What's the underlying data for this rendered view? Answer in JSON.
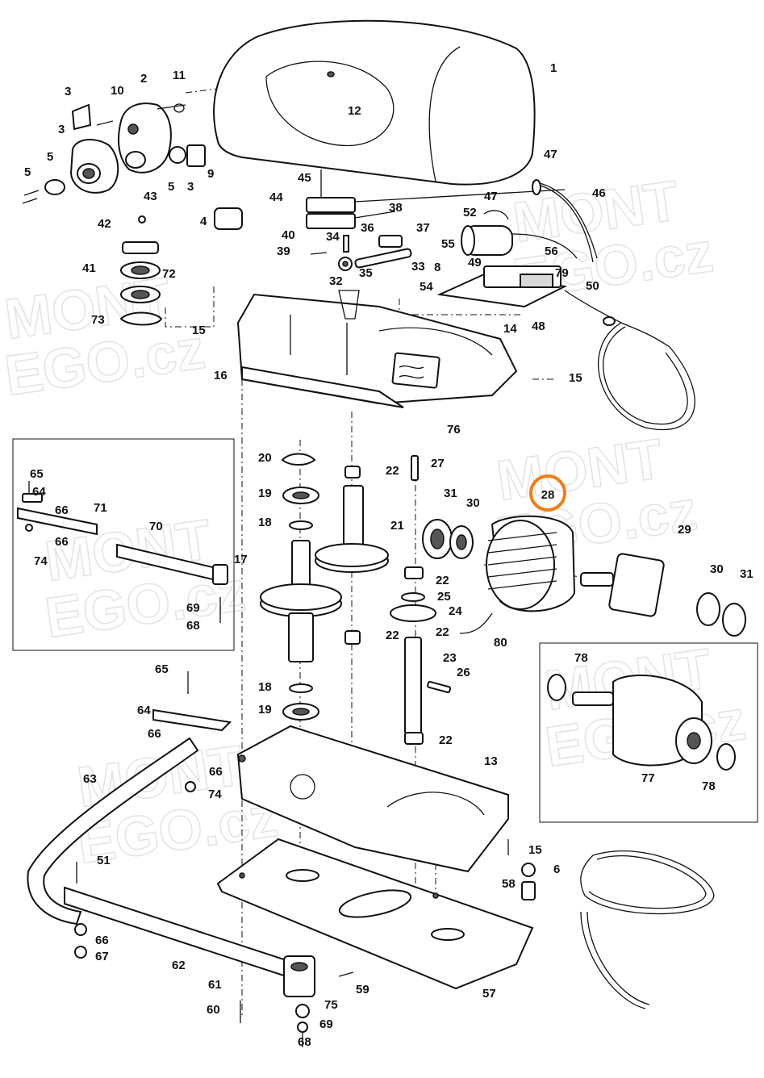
{
  "diagram": {
    "highlight_color": "#f07f1a",
    "ink_color": "#111111",
    "watermark": [
      "MONT",
      "EGO.cz"
    ],
    "highlighted_part": "28",
    "labels": [
      "1",
      "2",
      "3",
      "3",
      "3",
      "4",
      "5",
      "5",
      "5",
      "6",
      "8",
      "9",
      "10",
      "11",
      "12",
      "13",
      "14",
      "15",
      "15",
      "15",
      "16",
      "17",
      "18",
      "18",
      "19",
      "19",
      "20",
      "21",
      "22",
      "22",
      "22",
      "22",
      "22",
      "23",
      "24",
      "25",
      "26",
      "27",
      "28",
      "29",
      "30",
      "30",
      "31",
      "31",
      "32",
      "33",
      "34",
      "35",
      "36",
      "37",
      "38",
      "39",
      "40",
      "41",
      "42",
      "43",
      "44",
      "45",
      "46",
      "47",
      "47",
      "48",
      "49",
      "50",
      "51",
      "52",
      "54",
      "55",
      "56",
      "57",
      "58",
      "59",
      "60",
      "61",
      "62",
      "63",
      "64",
      "64",
      "65",
      "65",
      "66",
      "66",
      "66",
      "66",
      "66",
      "67",
      "68",
      "68",
      "69",
      "69",
      "70",
      "71",
      "72",
      "73",
      "74",
      "74",
      "75",
      "76",
      "77",
      "78",
      "78",
      "79",
      "80"
    ]
  }
}
